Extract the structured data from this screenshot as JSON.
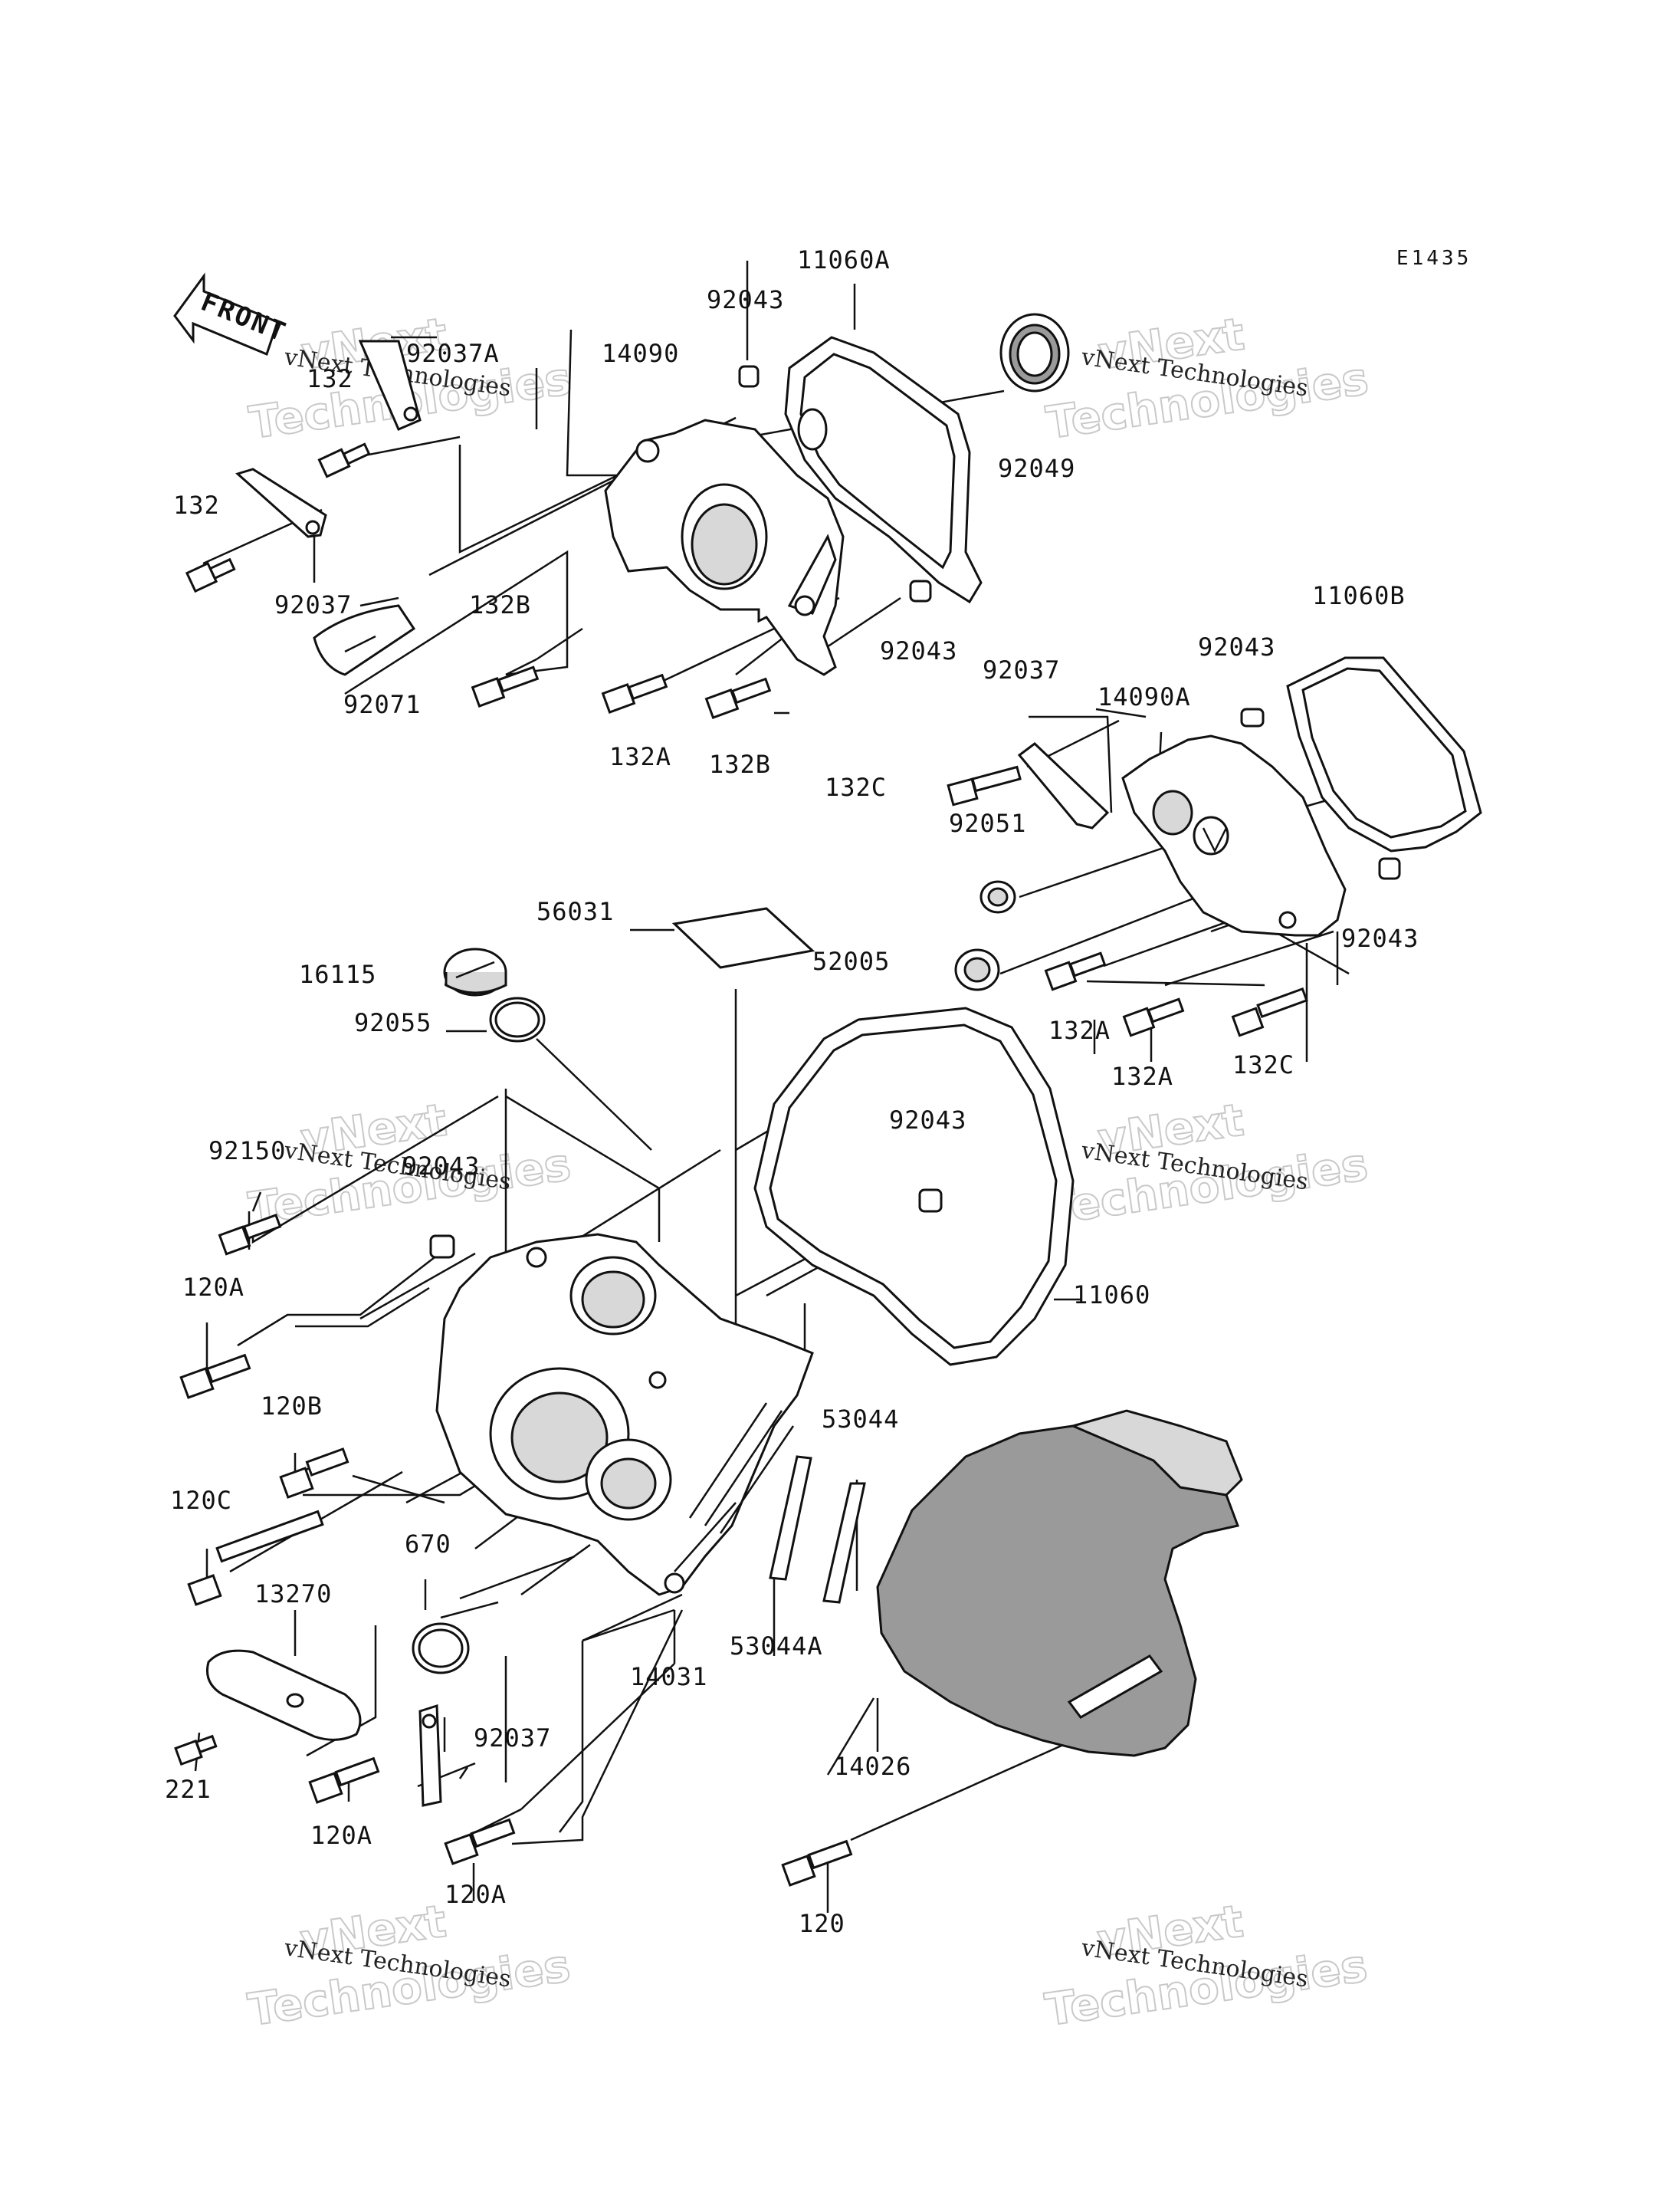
{
  "diagram_code": "E1435",
  "front_label": "FRONT",
  "watermark": {
    "line1": "vNext Technologies",
    "line2_a": "vNext",
    "line2_b": "Technologies"
  },
  "parts": [
    {
      "id": "p-92037A",
      "label": "92037A"
    },
    {
      "id": "p-132-top",
      "label": "132"
    },
    {
      "id": "p-132-left",
      "label": "132"
    },
    {
      "id": "p-92037-top",
      "label": "92037"
    },
    {
      "id": "p-92071",
      "label": "92071"
    },
    {
      "id": "p-14090",
      "label": "14090"
    },
    {
      "id": "p-92043-top",
      "label": "92043"
    },
    {
      "id": "p-11060A",
      "label": "11060A"
    },
    {
      "id": "p-92049",
      "label": "92049"
    },
    {
      "id": "p-132B-a",
      "label": "132B"
    },
    {
      "id": "p-132A-a",
      "label": "132A"
    },
    {
      "id": "p-132B-b",
      "label": "132B"
    },
    {
      "id": "p-92043-mid",
      "label": "92043"
    },
    {
      "id": "p-11060B",
      "label": "11060B"
    },
    {
      "id": "p-92043-right",
      "label": "92043"
    },
    {
      "id": "p-92037-mid",
      "label": "92037"
    },
    {
      "id": "p-14090A",
      "label": "14090A"
    },
    {
      "id": "p-132C-a",
      "label": "132C"
    },
    {
      "id": "p-92051",
      "label": "92051"
    },
    {
      "id": "p-92043-right2",
      "label": "92043"
    },
    {
      "id": "p-56031",
      "label": "56031"
    },
    {
      "id": "p-52005",
      "label": "52005"
    },
    {
      "id": "p-16115",
      "label": "16115"
    },
    {
      "id": "p-92055",
      "label": "92055"
    },
    {
      "id": "p-132A-b",
      "label": "132A"
    },
    {
      "id": "p-132A-c",
      "label": "132A"
    },
    {
      "id": "p-132C-b",
      "label": "132C"
    },
    {
      "id": "p-92150",
      "label": "92150"
    },
    {
      "id": "p-92043-center",
      "label": "92043"
    },
    {
      "id": "p-92043-left",
      "label": "92043"
    },
    {
      "id": "p-11060",
      "label": "11060"
    },
    {
      "id": "p-120A-a",
      "label": "120A"
    },
    {
      "id": "p-120B",
      "label": "120B"
    },
    {
      "id": "p-53044",
      "label": "53044"
    },
    {
      "id": "p-120C",
      "label": "120C"
    },
    {
      "id": "p-670",
      "label": "670"
    },
    {
      "id": "p-13270",
      "label": "13270"
    },
    {
      "id": "p-14031",
      "label": "14031"
    },
    {
      "id": "p-53044A",
      "label": "53044A"
    },
    {
      "id": "p-92037-bottom",
      "label": "92037"
    },
    {
      "id": "p-14026",
      "label": "14026"
    },
    {
      "id": "p-221",
      "label": "221"
    },
    {
      "id": "p-120A-b",
      "label": "120A"
    },
    {
      "id": "p-120A-c",
      "label": "120A"
    },
    {
      "id": "p-120",
      "label": "120"
    }
  ]
}
